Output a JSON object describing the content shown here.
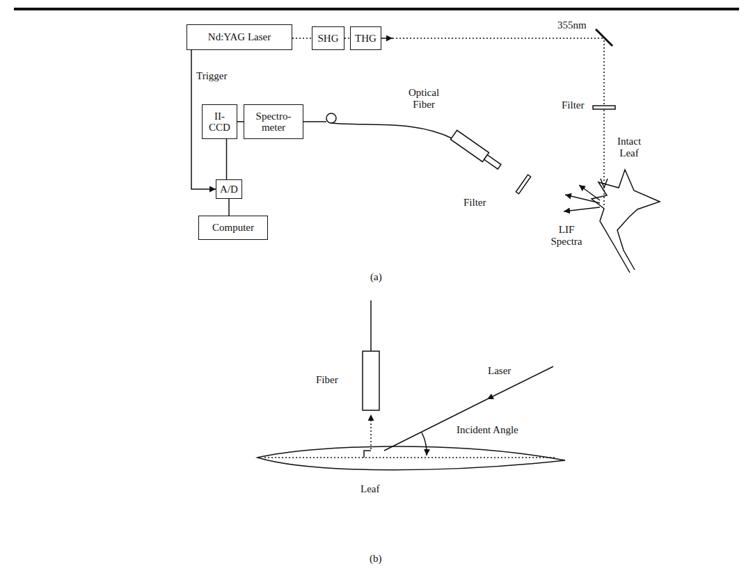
{
  "diagram": {
    "nodes": [
      {
        "text": [
          "Nd:YAG Laser"
        ]
      },
      {
        "text": [
          "SHG"
        ]
      },
      {
        "text": [
          "THG"
        ]
      },
      {
        "text": [
          "II- CCD"
        ]
      },
      {
        "text": [
          "Spectro- meter"
        ]
      },
      {
        "text": [
          "A/D"
        ]
      },
      {
        "text": [
          "Computer"
        ]
      }
    ],
    "edges": [
      {
        "from": 0,
        "to": 1,
        "arrow": "none"
      },
      {
        "from": 1,
        "to": 2,
        "arrow": "none"
      },
      {
        "from": 0,
        "to": 5,
        "label": "Trigger",
        "arrow": "to"
      },
      {
        "from": 3,
        "to": 4,
        "arrow": "none"
      },
      {
        "from": 3,
        "to": 5,
        "arrow": "none"
      },
      {
        "from": 5,
        "to": 6,
        "arrow": "none"
      }
    ],
    "labels": [
      "355nm",
      "Filter",
      "Optical Fiber",
      "Filter",
      "Intact Leaf",
      "LIF Spectra",
      "(a)",
      "Fiber",
      "Laser",
      "Incident Angle",
      "Leaf",
      "(b)"
    ]
  }
}
